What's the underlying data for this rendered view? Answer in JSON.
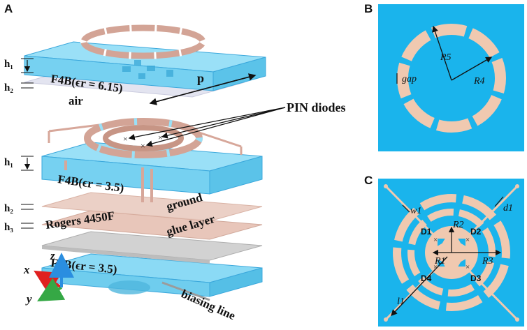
{
  "panels": {
    "a": "A",
    "b": "B",
    "c": "C"
  },
  "panel_a": {
    "dims": {
      "h1_top": "h₁",
      "h2_top": "h₂",
      "h1_mid": "h₁",
      "h2_mid": "h₂",
      "h3_mid": "h₃",
      "p": "p"
    },
    "layers": {
      "f4b_top": "F4B(ϵr = 6.15)",
      "air": "air",
      "f4b_mid": "F4B(ϵr = 3.5)",
      "ground": "ground",
      "glue": "glue layer",
      "rogers": "Rogers 4450F",
      "f4b_bottom": "F4B(ϵr = 3.5)",
      "biasing": "biasing line"
    },
    "pin_diodes": "PIN diodes",
    "axes": {
      "x": "x",
      "y": "y",
      "z": "z"
    }
  },
  "panel_b": {
    "gap": "gap",
    "r5": "R5",
    "r4": "R4"
  },
  "panel_c": {
    "w1": "w1",
    "d1": "d1",
    "r2": "R2",
    "r1": "R1",
    "r3": "R3",
    "l1": "l1",
    "diodes": {
      "d1": "D1",
      "d2": "D2",
      "d3": "D3",
      "d4": "D4"
    }
  },
  "colors": {
    "substrate_fill": "#78D3F3",
    "substrate_edge": "#3BA8DC",
    "panel_bg": "#1AB4EC",
    "copper": "#F0C9B0",
    "copper_3d": "#D3A496",
    "air": "#E2E3F0",
    "ground": "#E7C3B7",
    "rogers": "#C7C7C7"
  }
}
